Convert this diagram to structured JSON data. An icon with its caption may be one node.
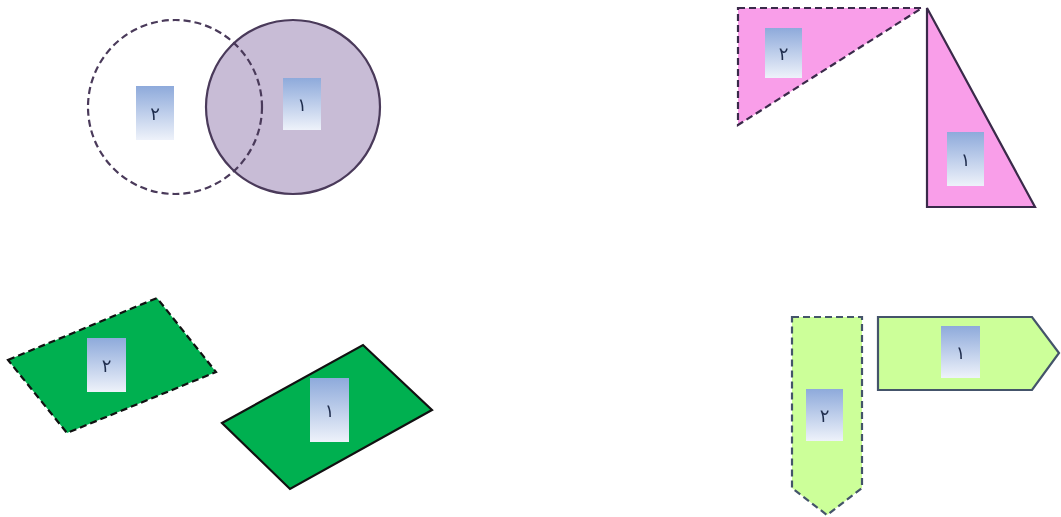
{
  "diagram": {
    "nodes": [
      {
        "text": [
          "٢"
        ]
      },
      {
        "text": [
          "١"
        ]
      },
      {
        "text": [
          "٢"
        ]
      },
      {
        "text": [
          "١"
        ]
      },
      {
        "text": [
          "٢"
        ]
      },
      {
        "text": [
          "١"
        ]
      },
      {
        "text": [
          "٢"
        ]
      },
      {
        "text": [
          "١"
        ]
      }
    ]
  }
}
